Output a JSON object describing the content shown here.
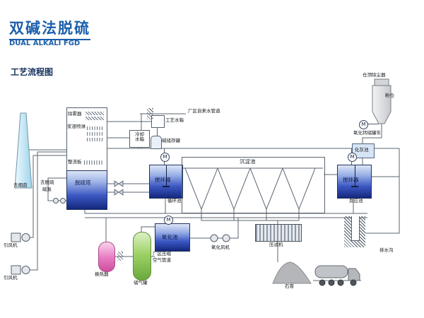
{
  "header": {
    "title": "双碱法脱硫",
    "subtitle": "DUAL ALKALI FGD",
    "section_label": "工艺流程图"
  },
  "equipment": {
    "chimney": "去烟囱",
    "id_fan": "引风机",
    "demister": "除雾器",
    "slurry_spray": "浆液喷淋",
    "rectifier_plate": "整流板",
    "desulfurization_tower": "脱硫塔",
    "to_desulf": "去脱硫",
    "alkali_pump": "碱泵",
    "process_water_tank": "工艺水箱",
    "plant_tap_water_pipe": "厂区自来水管道",
    "cooling_water_tank_line1": "冷却",
    "cooling_water_tank_line2": "水箱",
    "alkali_storage_tank": "碱储存罐",
    "sedimentation_pool": "沉淀池",
    "agitator": "搅拌器",
    "circulation_pool": "循环池",
    "reaction_pool": "反应池",
    "silo_top_dust_collector": "仓顶除尘器",
    "powder_silo": "粉仓",
    "cao_tank_truck": "氧化钙储罐车",
    "lime_slaking_pool": "化灰池",
    "oxidation_pool": "氧化池",
    "oxidation_fan": "氧化风机",
    "filter_press": "压滤机",
    "drain_ditch": "排水沟",
    "gypsum": "石膏",
    "heat_exchanger": "换热器",
    "gas_holder": "储气罐",
    "compressed_air_line1": "厂区压缩",
    "compressed_air_line2": "空气管道",
    "motor": "M"
  },
  "colors": {
    "title_blue": "#1c5faa",
    "tank_blue_dark": "#14277d",
    "tank_blue_light": "#dde5f6",
    "chimney_blue": "#cdeffb",
    "heat_exchanger_pink": "#e878c0",
    "gas_holder_green": "#8cc85c",
    "equipment_gray": "#b4b6ba"
  }
}
